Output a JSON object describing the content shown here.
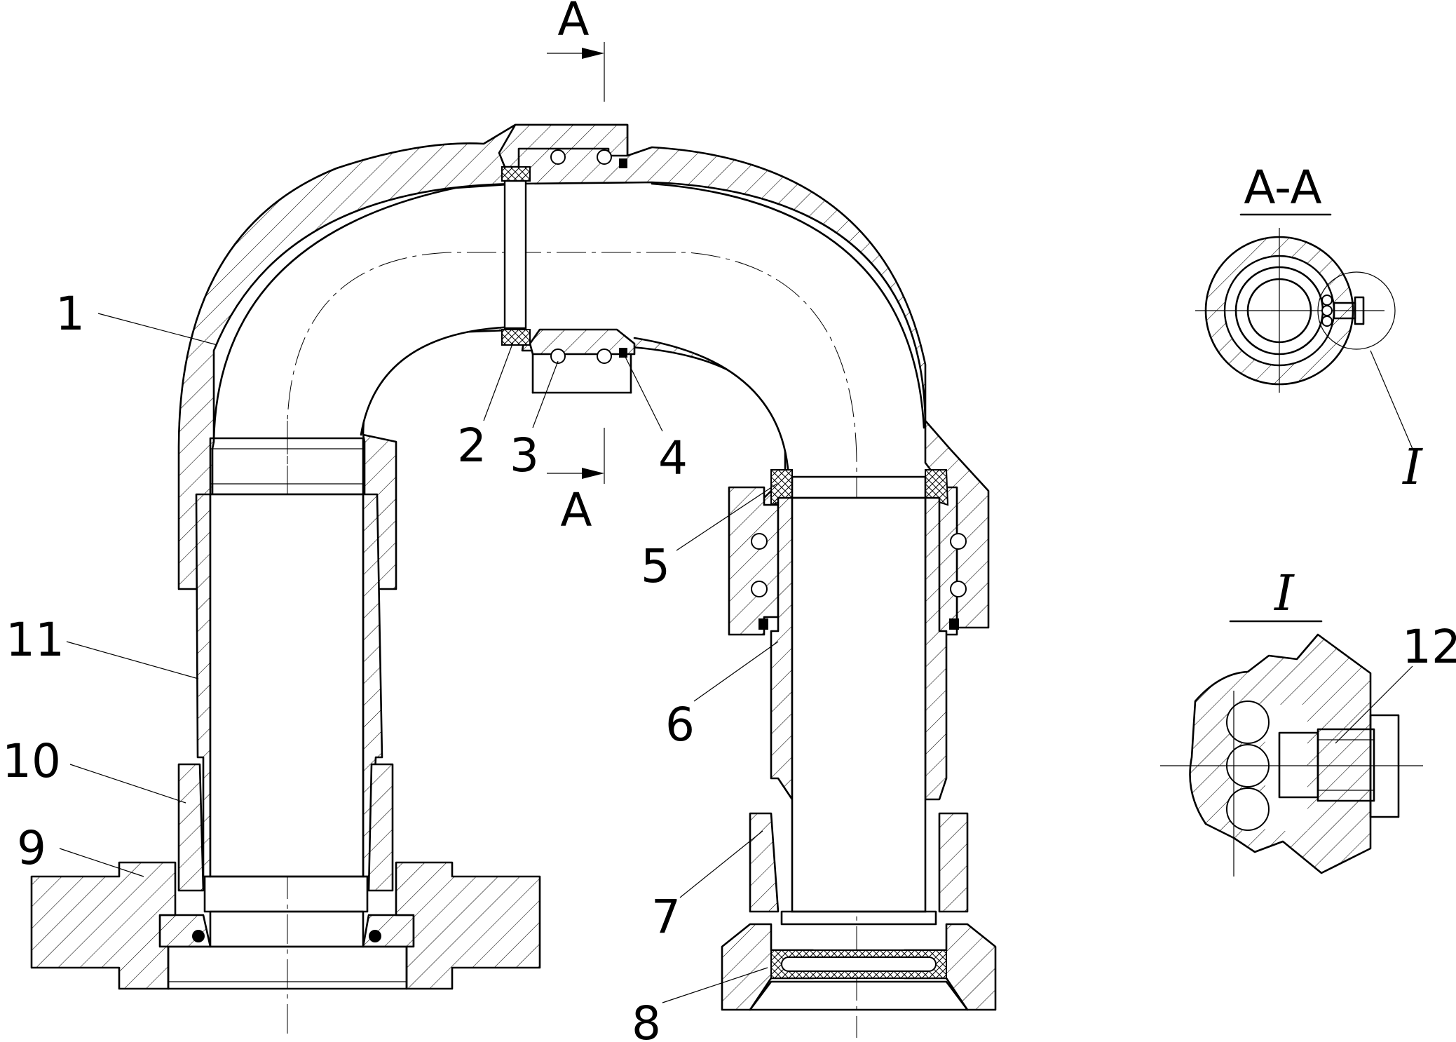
{
  "sections": {
    "cut_label_top": "A",
    "cut_label_bottom": "A",
    "section_title": "A-A",
    "detail_ref": "I",
    "detail_title": "I"
  },
  "parts": [
    {
      "id": "1",
      "label": "1"
    },
    {
      "id": "2",
      "label": "2"
    },
    {
      "id": "3",
      "label": "3"
    },
    {
      "id": "4",
      "label": "4"
    },
    {
      "id": "5",
      "label": "5"
    },
    {
      "id": "6",
      "label": "6"
    },
    {
      "id": "7",
      "label": "7"
    },
    {
      "id": "8",
      "label": "8"
    },
    {
      "id": "9",
      "label": "9"
    },
    {
      "id": "10",
      "label": "10"
    },
    {
      "id": "11",
      "label": "11"
    },
    {
      "id": "12",
      "label": "12"
    }
  ]
}
